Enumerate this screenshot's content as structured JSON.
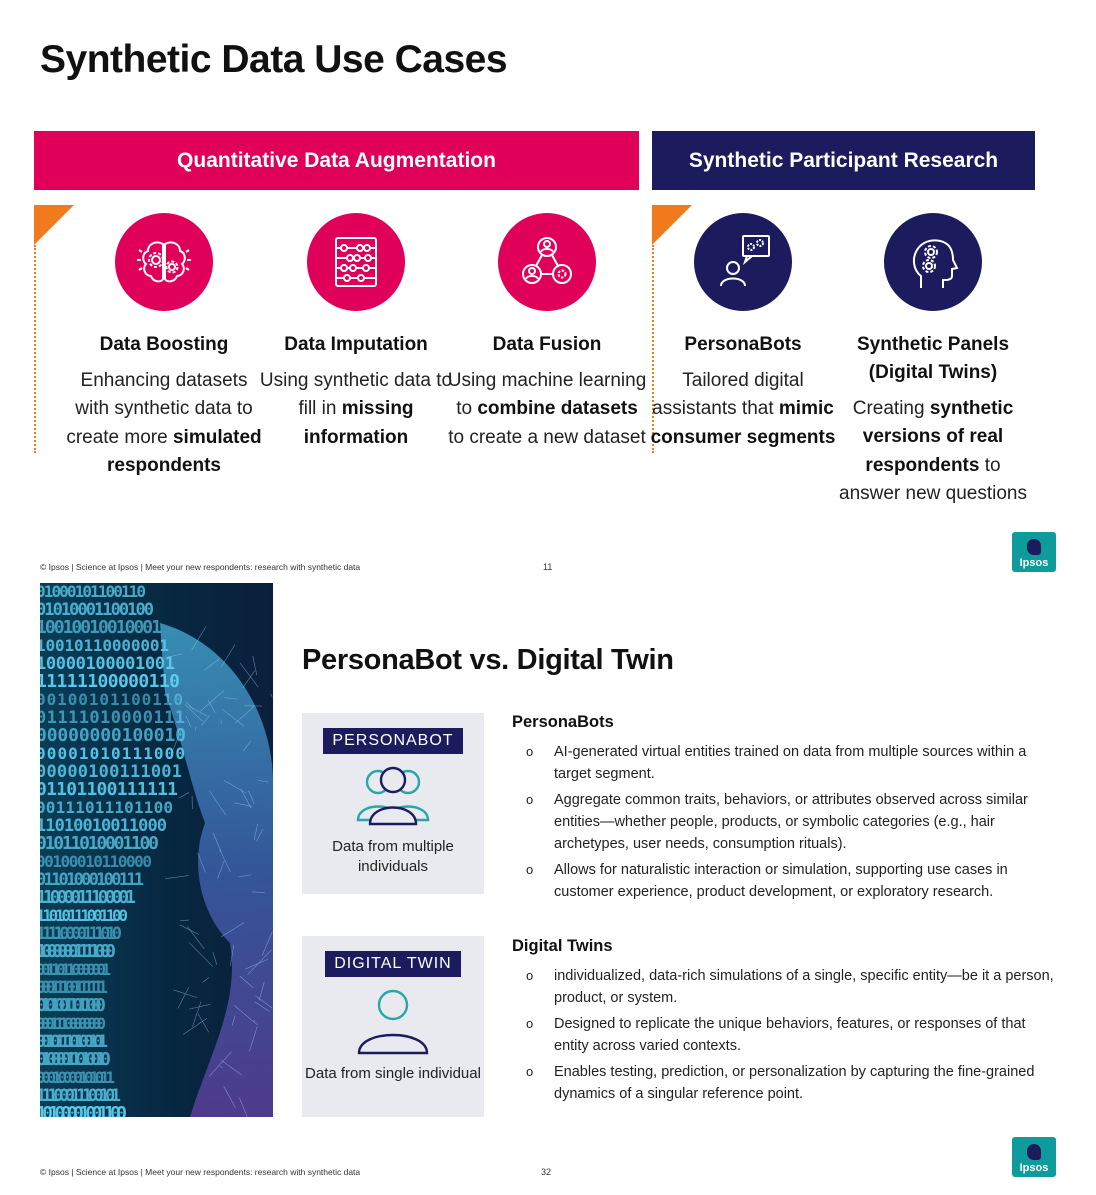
{
  "slide1": {
    "title": "Synthetic Data Use Cases",
    "header_left": "Quantitative Data Augmentation",
    "header_right": "Synthetic Participant Research",
    "columns": [
      {
        "title": "Data Boosting",
        "icon": "brain-gear-icon",
        "desc": [
          {
            "t": "Enhancing datasets with synthetic data to create more "
          },
          {
            "t": "simulated respondents",
            "b": true
          }
        ]
      },
      {
        "title": "Data Imputation",
        "icon": "abacus-icon",
        "desc": [
          {
            "t": "Using synthetic data to fill in "
          },
          {
            "t": "missing information",
            "b": true
          }
        ]
      },
      {
        "title": "Data Fusion",
        "icon": "network-nodes-icon",
        "desc": [
          {
            "t": "Using machine learning to "
          },
          {
            "t": "combine datasets",
            "b": true
          },
          {
            "t": " to create a new dataset"
          }
        ]
      },
      {
        "title": "PersonaBots",
        "icon": "person-chat-gears-icon",
        "desc": [
          {
            "t": "Tailored digital assistants that "
          },
          {
            "t": "mimic consumer segments",
            "b": true
          }
        ]
      },
      {
        "title": "Synthetic Panels (Digital Twins)",
        "icon": "head-gears-icon",
        "desc": [
          {
            "t": "Creating "
          },
          {
            "t": "synthetic versions of real respondents",
            "b": true
          },
          {
            "t": " to answer new questions"
          }
        ]
      }
    ],
    "footer": "© Ipsos | Science at Ipsos | Meet your new respondents: research with synthetic data",
    "page": "11",
    "logo_text": "Ipsos"
  },
  "slide2": {
    "title": "PersonaBot vs. Digital Twin",
    "cards": [
      {
        "badge": "PERSONABOT",
        "caption": "Data from multiple individuals",
        "icon": "multiple-people-icon"
      },
      {
        "badge": "DIGITAL TWIN",
        "caption": "Data from single individual",
        "icon": "single-person-icon"
      }
    ],
    "sections": [
      {
        "title": "PersonaBots",
        "bullets": [
          "AI-generated virtual entities trained on data from multiple sources within a target segment.",
          "Aggregate common traits, behaviors, or attributes observed across similar entities—whether people, products, or symbolic categories (e.g., hair archetypes, user needs, consumption rituals).",
          "Allows for naturalistic interaction or simulation, supporting use cases in customer experience, product development, or exploratory research."
        ]
      },
      {
        "title": "Digital Twins",
        "bullets": [
          "individualized, data-rich simulations of a single, specific entity—be it a person, product, or system.",
          "Designed to replicate the unique behaviors, features, or responses of that entity across varied contexts.",
          "Enables testing, prediction, or personalization by capturing the fine-grained dynamics of a singular reference point."
        ]
      }
    ],
    "bullet_symbol": "o",
    "footer": "© Ipsos | Science at Ipsos | Meet your new respondents: research with synthetic data",
    "page": "32",
    "logo_text": "Ipsos"
  },
  "colors": {
    "magenta": "#e0005a",
    "navy": "#1b1b5e",
    "orange": "#f07a1c",
    "teal": "#0f9a9b",
    "card_bg": "#e8eaef"
  }
}
